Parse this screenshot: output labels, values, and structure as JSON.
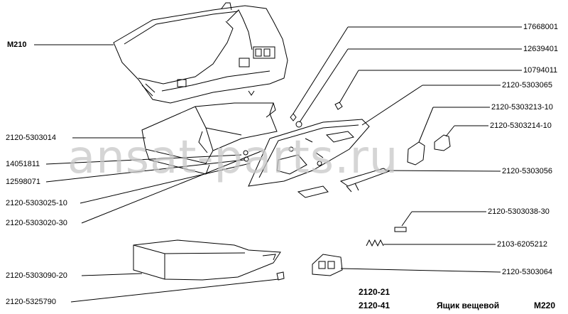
{
  "watermark": "ansat-parts.ru",
  "labels_left": {
    "m210": "M210",
    "p1": "2120-5303014",
    "p2": "14051811",
    "p3": "12598071",
    "p4": "2120-5303025-10",
    "p5": "2120-5303020-30",
    "p6": "2120-5303090-20",
    "p7": "2120-5325790"
  },
  "labels_right": {
    "p1": "17668001",
    "p2": "12639401",
    "p3": "10794011",
    "p4": "2120-5303065",
    "p5": "2120-5303213-10",
    "p6": "2120-5303214-10",
    "p7": "2120-5303056",
    "p8": "2120-5303038-30",
    "p9": "2103-6205212",
    "p10": "2120-5303064"
  },
  "footer": {
    "model_a": "2120-21",
    "model_b": "2120-41",
    "title": "Ящик вещевой",
    "code": "M220"
  }
}
